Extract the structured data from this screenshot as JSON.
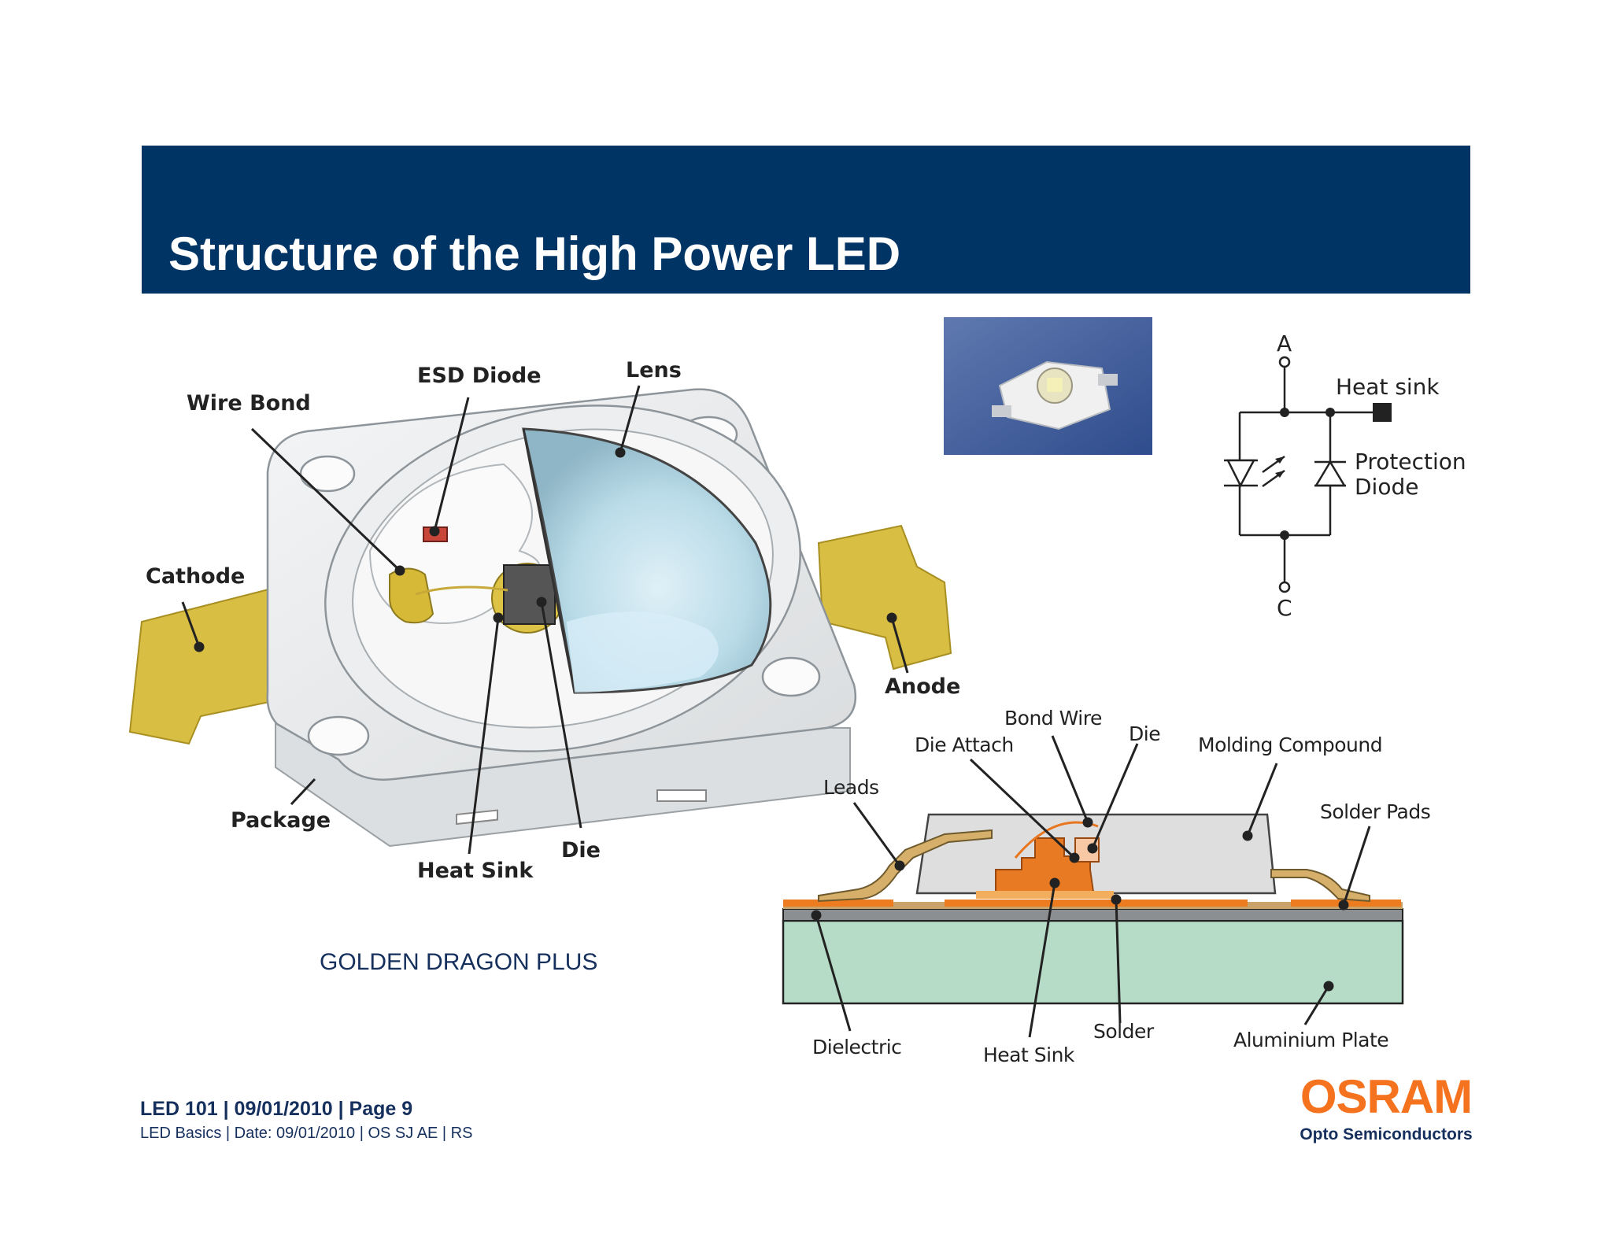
{
  "header": {
    "title": "Structure of the High Power LED"
  },
  "package_diagram": {
    "labels": {
      "wire_bond": "Wire Bond",
      "esd_diode": "ESD Diode",
      "lens": "Lens",
      "cathode": "Cathode",
      "anode": "Anode",
      "package": "Package",
      "heat_sink": "Heat Sink",
      "die": "Die"
    },
    "caption": "GOLDEN DRAGON PLUS"
  },
  "schematic": {
    "anode": "A",
    "cathode": "C",
    "heat_sink": "Heat sink",
    "protection_line1": "Protection",
    "protection_line2": "Diode"
  },
  "cross_section": {
    "labels": {
      "bond_wire": "Bond Wire",
      "die_attach": "Die Attach",
      "die": "Die",
      "molding_compound": "Molding Compound",
      "leads": "Leads",
      "solder_pads": "Solder Pads",
      "dielectric": "Dielectric",
      "heat_sink": "Heat Sink",
      "solder": "Solder",
      "aluminium_plate": "Aluminium Plate"
    }
  },
  "footer": {
    "main": "LED 101  |  09/01/2010 |  Page 9",
    "sub": "LED Basics | Date: 09/01/2010 | OS SJ AE | RS"
  },
  "brand": {
    "name": "OSRAM",
    "sub": "Opto Semiconductors"
  },
  "colors": {
    "header_bg": "#003465",
    "brand_orange": "#f5731f",
    "text_navy": "#16305e",
    "lead_gold": "#d9bf3f"
  }
}
